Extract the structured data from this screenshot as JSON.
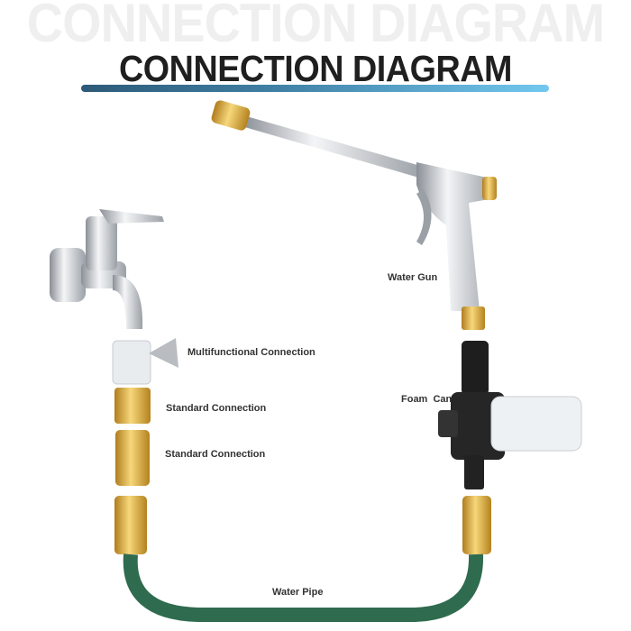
{
  "header": {
    "ghost_title": "CONNECTION DIAGRAM",
    "title": "CONNECTION DIAGRAM"
  },
  "labels": {
    "water_gun": "Water Gun",
    "multifunctional": "Multifunctional Connection",
    "standard_1": "Standard Connection",
    "standard_2": "Standard Connection",
    "foam_can": "Foam  Can",
    "water_pipe": "Water Pipe"
  },
  "colors": {
    "brass": "#d9a93a",
    "hose": "#2f6b4f",
    "accent": "#72c8ef"
  }
}
